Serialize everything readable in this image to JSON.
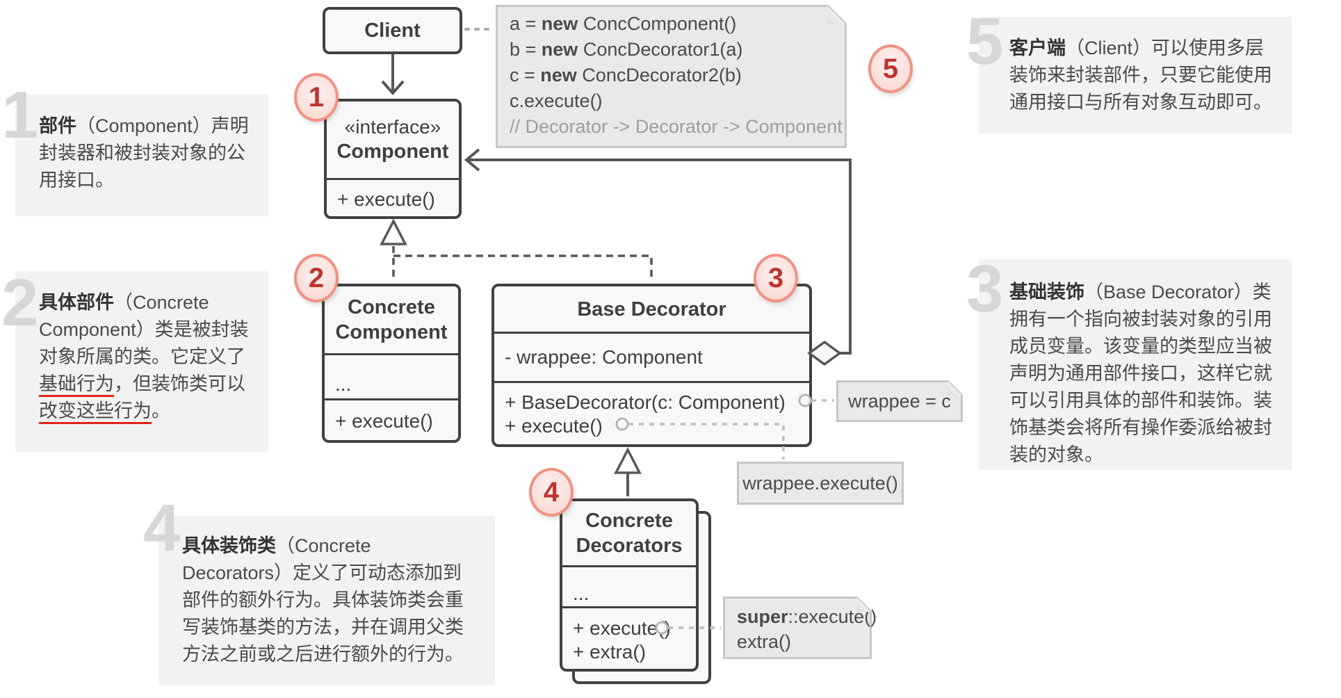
{
  "annotations": {
    "n1": {
      "num": "1",
      "term": "部件",
      "text": "（Component）声明封装器和被封装对象的公用接口。"
    },
    "n2": {
      "num": "2",
      "term": "具体部件",
      "t1": "（Concrete Component）类是被封装对象所属的类。它定义了",
      "u1": "基础行为",
      "t2": "，但装饰类可以",
      "u2": "改变这些行为",
      "t3": "。"
    },
    "n3": {
      "num": "3",
      "term": "基础装饰",
      "text": "（Base Decorator）类拥有一个指向被封装对象的引用成员变量。该变量的类型应当被声明为通用部件接口，这样它就可以引用具体的部件和装饰。装饰基类会将所有操作委派给被封装的对象。"
    },
    "n4": {
      "num": "4",
      "term": "具体装饰类",
      "text": "（Concrete Decorators）定义了可动态添加到部件的额外行为。具体装饰类会重写装饰基类的方法，并在调用父类方法之前或之后进行额外的行为。"
    },
    "n5": {
      "num": "5",
      "term": "客户端",
      "text": "（Client）可以使用多层装饰来封装部件，只要它能使用通用接口与所有对象互动即可。"
    }
  },
  "classes": {
    "client": {
      "name": "Client"
    },
    "component": {
      "stereotype": "«interface»",
      "name": "Component",
      "method1": "+ execute()"
    },
    "concrete_component": {
      "name_line1": "Concrete",
      "name_line2": "Component",
      "field1": "...",
      "method1": "+ execute()"
    },
    "base_decorator": {
      "name": "Base Decorator",
      "field1": "- wrappee: Component",
      "method1": "+ BaseDecorator(c: Component)",
      "method2": "+ execute()"
    },
    "concrete_decorators": {
      "name_line1": "Concrete",
      "name_line2": "Decorators",
      "field1": "...",
      "method1": "+ execute()",
      "method2": "+ extra()"
    }
  },
  "code_note": {
    "line1_pre": "a = ",
    "line1_kw": "new",
    "line1_post": " ConcComponent()",
    "line2_pre": "b = ",
    "line2_kw": "new",
    "line2_post": " ConcDecorator1(a)",
    "line3_pre": "c = ",
    "line3_kw": "new",
    "line3_post": " ConcDecorator2(b)",
    "line4": "c.execute()",
    "comment": "// Decorator -> Decorator -> Component"
  },
  "side_notes": {
    "wrappee_assign": "wrappee = c",
    "wrappee_execute": "wrappee.execute()",
    "super_kw": "super",
    "super_rest": "::execute()",
    "super_line2": "extra()"
  },
  "badges": {
    "b1": "1",
    "b2": "2",
    "b3": "3",
    "b4": "4",
    "b5": "5"
  },
  "colors": {
    "annotation_bg": "#f2f2f2",
    "big_number": "#d7d7d7",
    "underline_red": "#e0251a",
    "box_border": "#414141",
    "box_fill": "#f8f8f8",
    "wire": "#575757",
    "note_bg": "#e9e9e9",
    "note_border": "#c6c6c6",
    "comment_gray": "#9e9e9e",
    "light_wire": "#bdbdbd",
    "badge_border": "#f09282",
    "badge_fill": "#fbe2dd",
    "badge_text": "#bf332e"
  }
}
